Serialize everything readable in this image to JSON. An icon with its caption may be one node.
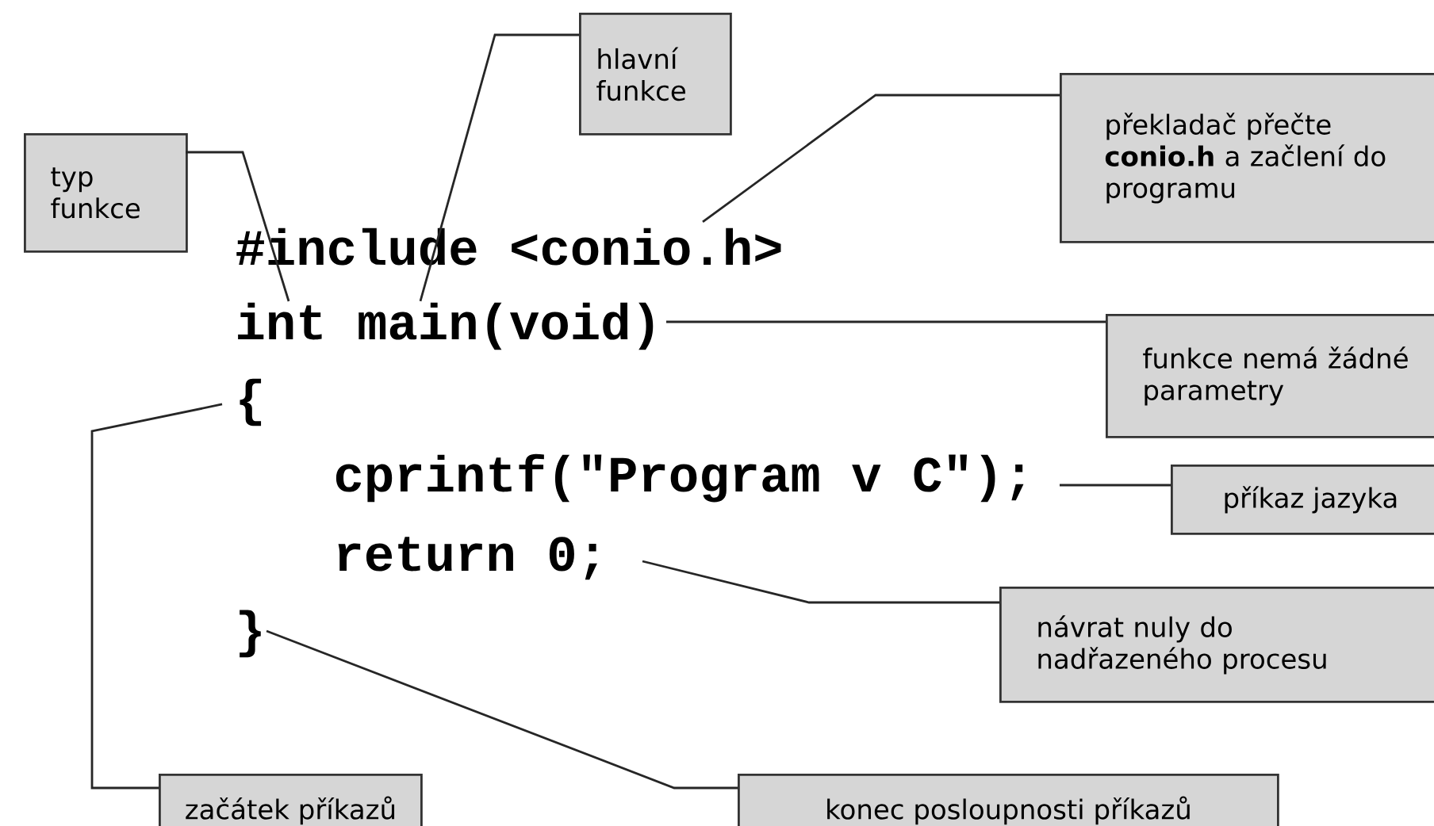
{
  "diagram": {
    "nodes": [
      {
        "text": [
          "typ funkce"
        ]
      },
      {
        "text": [
          "hlavní funkce"
        ]
      },
      {
        "text": [
          "překladač přečte **conio.h** a začlení do programu"
        ]
      },
      {
        "text": [
          "funkce nemá žádné parametry"
        ]
      },
      {
        "text": [
          "příkaz jazyka"
        ]
      },
      {
        "text": [
          "návrat nuly do nadřazeného procesu"
        ]
      },
      {
        "text": [
          "začátek příkazů"
        ]
      },
      {
        "text": [
          "konec posloupnosti příkazů"
        ]
      },
      {
        "text": [
          "#include <conio.h>"
        ]
      },
      {
        "text": [
          "int main(void)"
        ]
      },
      {
        "text": [
          "{"
        ]
      },
      {
        "text": [
          "cprintf(\"Program v C\");"
        ]
      },
      {
        "text": [
          "return 0;"
        ]
      },
      {
        "text": [
          "}"
        ]
      }
    ],
    "edges": [
      {
        "from": 0,
        "to": 9,
        "arrow": "none"
      },
      {
        "from": 1,
        "to": 9,
        "arrow": "none"
      },
      {
        "from": 2,
        "to": 8,
        "arrow": "none"
      },
      {
        "from": 3,
        "to": 9,
        "arrow": "none"
      },
      {
        "from": 4,
        "to": 11,
        "arrow": "none"
      },
      {
        "from": 5,
        "to": 12,
        "arrow": "none"
      },
      {
        "from": 6,
        "to": 10,
        "arrow": "none"
      },
      {
        "from": 7,
        "to": 13,
        "arrow": "none"
      }
    ]
  }
}
